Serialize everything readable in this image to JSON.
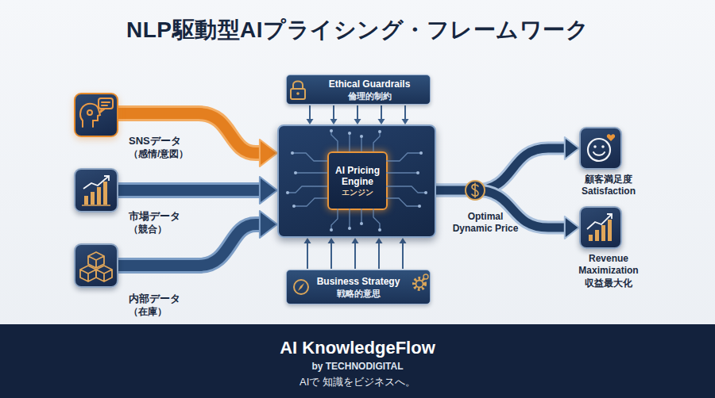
{
  "diagram": {
    "title": "NLP駆動型AIプライシング・フレームワーク",
    "nodes": [
      {
        "text": [
          "SNSデータ",
          "（感情/意図）"
        ]
      },
      {
        "text": [
          "市場データ",
          "（競合）"
        ]
      },
      {
        "text": [
          "内部データ",
          "（在庫）"
        ]
      },
      {
        "text": [
          "Ethical Guardrails",
          "倫理的制約"
        ]
      },
      {
        "text": [
          "AI Pricing Engine",
          "エンジン"
        ]
      },
      {
        "text": [
          "Business Strategy",
          "戦略的意思"
        ]
      },
      {
        "text": [
          "顧客満足度",
          "Satisfaction"
        ]
      },
      {
        "text": [
          "Revenue Maximization",
          "収益最大化"
        ]
      },
      {
        "text": [
          "AI KnowledgeFlow",
          "by TECHNODIGITAL",
          "AIで 知識をビジネスへ。"
        ]
      }
    ],
    "edges": [
      {
        "from": 0,
        "to": 4,
        "arrow": "to"
      },
      {
        "from": 1,
        "to": 4,
        "arrow": "to"
      },
      {
        "from": 2,
        "to": 4,
        "arrow": "to"
      },
      {
        "from": 3,
        "to": 4,
        "arrow": "to"
      },
      {
        "from": 5,
        "to": 4,
        "arrow": "to"
      },
      {
        "from": 4,
        "to": 6,
        "arrow": "to"
      },
      {
        "from": 4,
        "to": 7,
        "arrow": "to"
      }
    ],
    "labels": [
      "Optimal Dynamic Price"
    ]
  }
}
